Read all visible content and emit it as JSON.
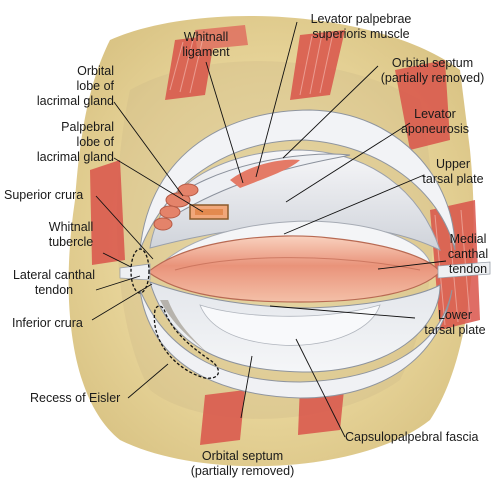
{
  "labels": {
    "whitnall_ligament": [
      "Whitnall",
      "ligament"
    ],
    "levator_muscle": [
      "Levator palpebrae",
      "superioris muscle"
    ],
    "orbital_septum_top": [
      "Orbital septum",
      "(partially removed)"
    ],
    "orbital_lobe": [
      "Orbital",
      "lobe of",
      "lacrimal gland"
    ],
    "levator_aponeurosis": [
      "Levator",
      "aponeurosis"
    ],
    "palpebral_lobe": [
      "Palpebral",
      "lobe of",
      "lacrimal gland"
    ],
    "upper_tarsal_plate": [
      "Upper",
      "tarsal plate"
    ],
    "superior_crura": "Superior crura",
    "whitnall_tubercle": [
      "Whitnall",
      "tubercle"
    ],
    "medial_canthal_tendon": [
      "Medial",
      "canthal",
      "tendon"
    ],
    "lateral_canthal_tendon": [
      "Lateral canthal",
      "tendon"
    ],
    "inferior_crura": "Inferior crura",
    "lower_tarsal_plate": [
      "Lower",
      "tarsal plate"
    ],
    "recess_of_eisler": "Recess of Eisler",
    "capsulopalpebral_fascia": "Capsulopalpebral fascia",
    "orbital_septum_bottom": [
      "Orbital septum",
      "(partially removed)"
    ]
  }
}
